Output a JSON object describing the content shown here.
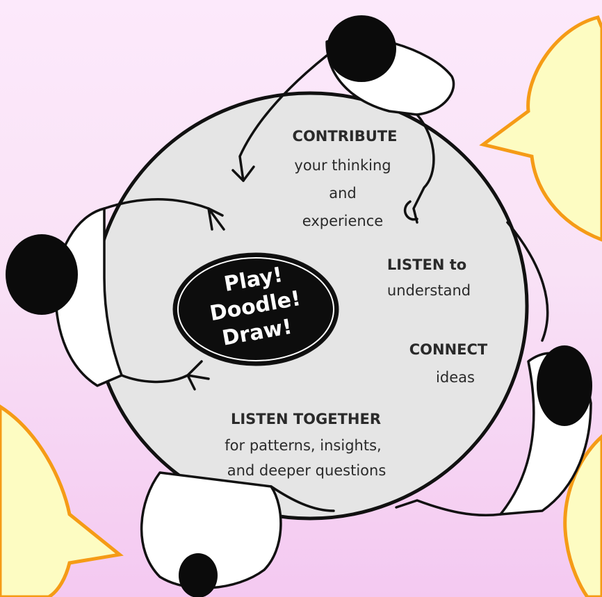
{
  "center_oval": {
    "lines": [
      "Play!",
      "Doodle!",
      "Draw!"
    ]
  },
  "labels": {
    "contribute": [
      "CONTRIBUTE",
      "your thinking",
      "and",
      "experience"
    ],
    "listen": [
      "LISTEN to",
      "understand"
    ],
    "connect": [
      "CONNECT",
      "ideas"
    ],
    "listen_together": [
      "LISTEN TOGETHER",
      "for patterns, insights,",
      "and deeper questions"
    ]
  },
  "colors": {
    "background_top": "#fce9fb",
    "background_bottom": "#f4c9f1",
    "table": "#e5e5e5",
    "bubble_fill": "#fdfcc2",
    "bubble_stroke": "#f59b16",
    "oval": "#0d0d0d"
  },
  "icons": [
    "person-top-view",
    "speech-bubble"
  ]
}
